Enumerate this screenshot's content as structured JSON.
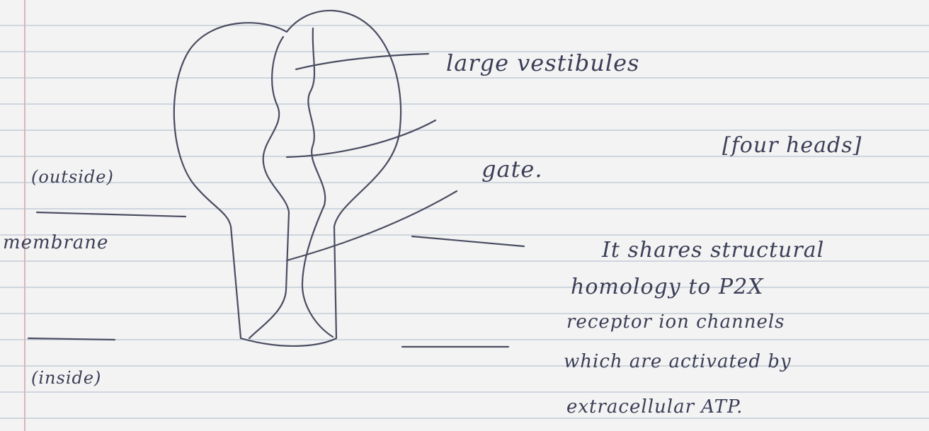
{
  "labels": {
    "vestibules": "large vestibules",
    "gate": "gate.",
    "four_heads": "[four heads]",
    "outside": "(outside)",
    "membrane": "membrane",
    "inside": "(inside)"
  },
  "note_lines": [
    "It shares structural",
    "homology to P2X",
    "receptor ion channels",
    "which are activated by",
    "extracellular ATP."
  ]
}
